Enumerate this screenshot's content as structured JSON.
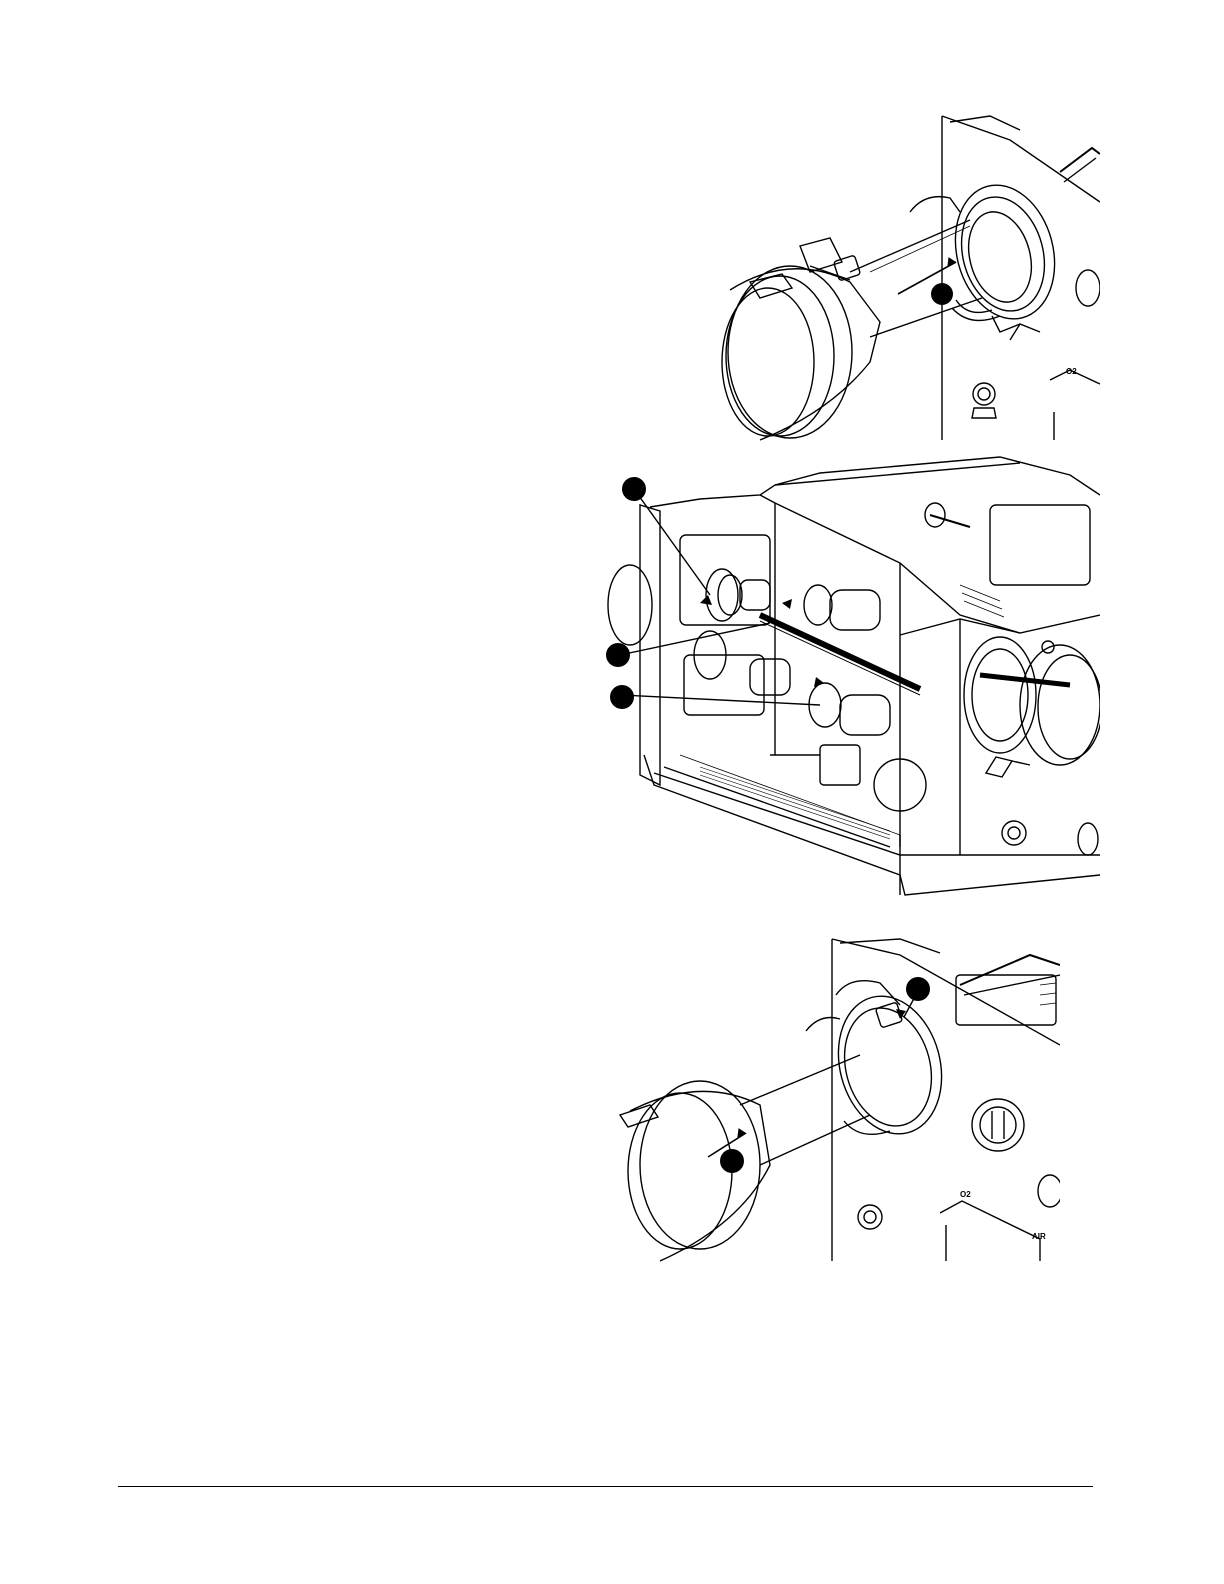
{
  "figures": {
    "top": {
      "panel_label": "O2"
    },
    "bottom": {
      "panel_label_o2": "O2",
      "panel_label_air": "AIR"
    }
  },
  "colors": {
    "line": "#000000",
    "callout": "#000000",
    "background": "#ffffff"
  }
}
